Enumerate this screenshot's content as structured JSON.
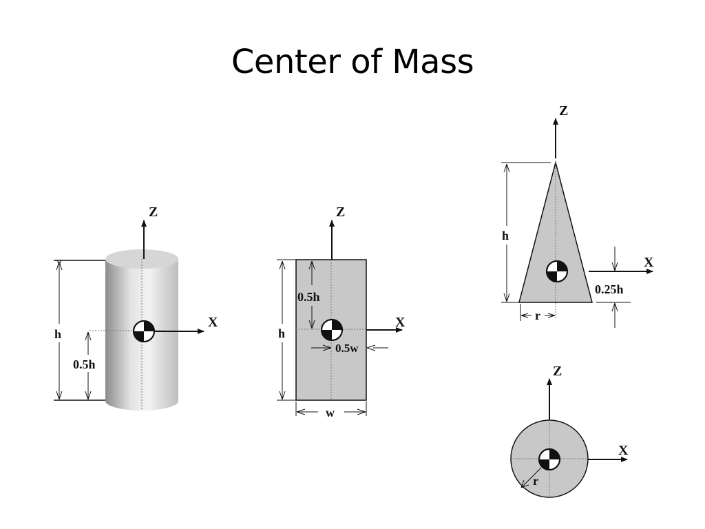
{
  "slide": {
    "title": "Center of Mass"
  },
  "colors": {
    "shape_fill": "#c8c8c8",
    "line": "#111111",
    "background": "#ffffff"
  },
  "figures": {
    "cylinder": {
      "axis_z": "Z",
      "axis_x": "X",
      "height": "h",
      "com_height": "0.5h"
    },
    "rectangle": {
      "axis_z": "Z",
      "axis_x": "X",
      "height": "h",
      "com_height": "0.5h",
      "width": "w",
      "com_width": "0.5w"
    },
    "cone": {
      "axis_z": "Z",
      "axis_x": "X",
      "height": "h",
      "radius": "r",
      "com_height": "0.25h"
    },
    "sphere": {
      "axis_z": "Z",
      "axis_x": "X",
      "radius": "r"
    }
  }
}
